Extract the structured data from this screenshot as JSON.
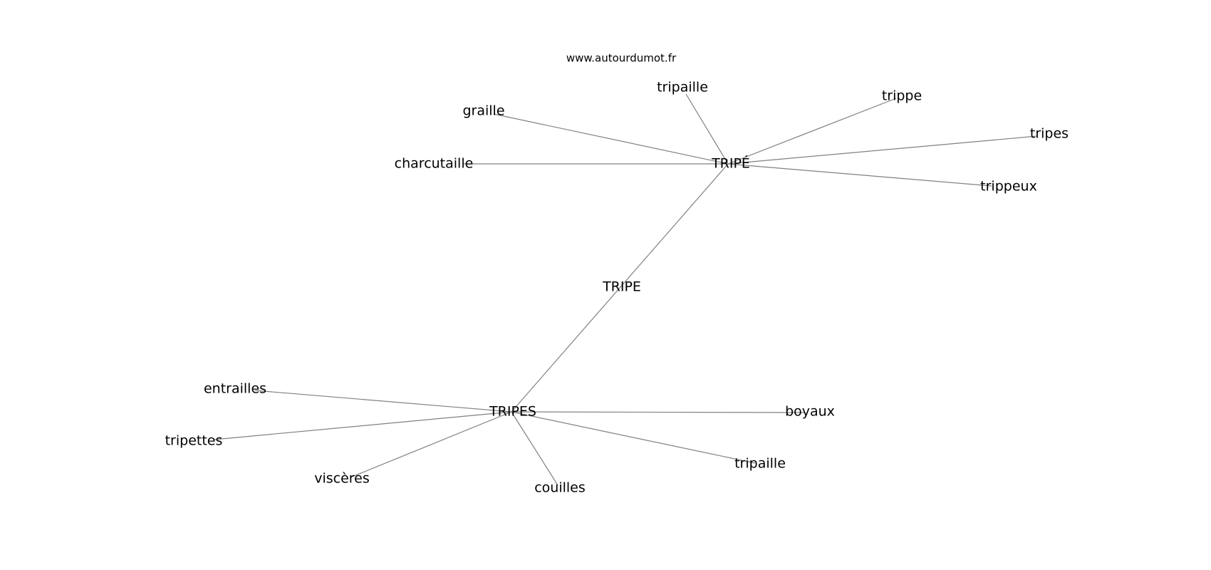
{
  "watermark": "www.autourdumot.fr",
  "graph": {
    "nodes": [
      {
        "id": "tripe",
        "label": "TRIPE"
      },
      {
        "id": "tripe_acc",
        "label": "TRIPÉ"
      },
      {
        "id": "tripes_hub",
        "label": "TRIPES"
      },
      {
        "id": "tripaille_top",
        "label": "tripaille"
      },
      {
        "id": "trippe",
        "label": "trippe"
      },
      {
        "id": "graille",
        "label": "graille"
      },
      {
        "id": "tripes",
        "label": "tripes"
      },
      {
        "id": "charcutaille",
        "label": "charcutaille"
      },
      {
        "id": "trippeux",
        "label": "trippeux"
      },
      {
        "id": "entrailles",
        "label": "entrailles"
      },
      {
        "id": "tripettes",
        "label": "tripettes"
      },
      {
        "id": "visceres",
        "label": "viscères"
      },
      {
        "id": "couilles",
        "label": "couilles"
      },
      {
        "id": "tripaille_bot",
        "label": "tripaille"
      },
      {
        "id": "boyaux",
        "label": "boyaux"
      }
    ],
    "edges": [
      [
        "tripe_acc",
        "tripes_hub"
      ],
      [
        "tripe_acc",
        "tripaille_top"
      ],
      [
        "tripe_acc",
        "trippe"
      ],
      [
        "tripe_acc",
        "graille"
      ],
      [
        "tripe_acc",
        "tripes"
      ],
      [
        "tripe_acc",
        "charcutaille"
      ],
      [
        "tripe_acc",
        "trippeux"
      ],
      [
        "tripes_hub",
        "entrailles"
      ],
      [
        "tripes_hub",
        "tripettes"
      ],
      [
        "tripes_hub",
        "visceres"
      ],
      [
        "tripes_hub",
        "couilles"
      ],
      [
        "tripes_hub",
        "tripaille_bot"
      ],
      [
        "tripes_hub",
        "boyaux"
      ]
    ]
  }
}
